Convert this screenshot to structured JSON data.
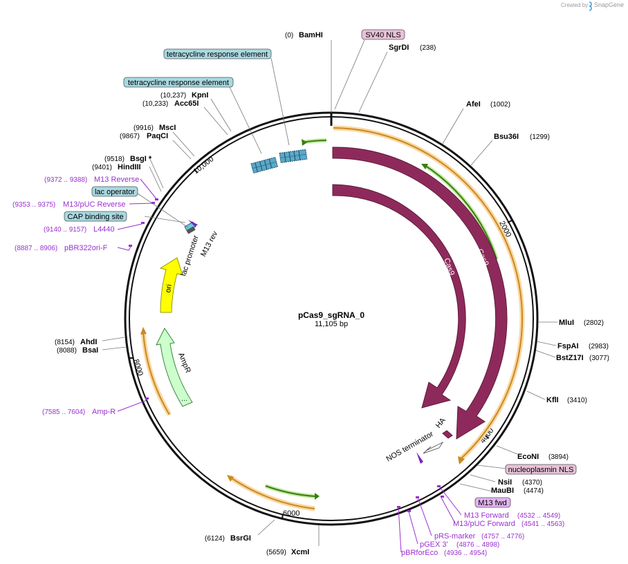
{
  "credit": {
    "prefix": "Created by",
    "brand": "SnapGene"
  },
  "plasmid": {
    "name": "pCas9_sgRNA_0",
    "length": "11,105 bp"
  },
  "ticks": [
    "10,000",
    "2000",
    "4000",
    "6000",
    "8000"
  ],
  "features": {
    "cas9_outer": "Cas9",
    "cas9_inner": "Cas9",
    "ori": "ori",
    "ampr": "AmpR",
    "lac_promoter": "lac promoter",
    "m13_rev": "M13 rev",
    "nos_terminator": "NOS terminator",
    "ha": "HA"
  },
  "boxed": {
    "tre1": "tetracycline response element",
    "tre2": "tetracycline response element",
    "sv40": "SV40 NLS",
    "lac_operator": "lac operator",
    "cap": "CAP binding site",
    "nucleoplasmin": "nucleoplasmin NLS",
    "m13fwd": "M13 fwd"
  },
  "sites": [
    {
      "name": "BamHI",
      "pos": "(0)"
    },
    {
      "name": "SgrDI",
      "pos": "(238)"
    },
    {
      "name": "AfeI",
      "pos": "(1002)"
    },
    {
      "name": "Bsu36I",
      "pos": "(1299)"
    },
    {
      "name": "MluI",
      "pos": "(2802)"
    },
    {
      "name": "FspAI",
      "pos": "(2983)"
    },
    {
      "name": "BstZ17I",
      "pos": "(3077)"
    },
    {
      "name": "KflI",
      "pos": "(3410)"
    },
    {
      "name": "EcoNI",
      "pos": "(3894)"
    },
    {
      "name": "NsiI",
      "pos": "(4370)"
    },
    {
      "name": "MauBI",
      "pos": "(4474)"
    },
    {
      "name": "XcmI",
      "pos": "(5659)"
    },
    {
      "name": "BsrGI",
      "pos": "(6124)"
    },
    {
      "name": "BsaI",
      "pos": "(8088)"
    },
    {
      "name": "AhdI",
      "pos": "(8154)"
    },
    {
      "name": "HindIII",
      "pos": "(9401)"
    },
    {
      "name": "BsgI *",
      "pos": "(9518)"
    },
    {
      "name": "PaqCI",
      "pos": "(9867)"
    },
    {
      "name": "MscI",
      "pos": "(9916)"
    },
    {
      "name": "Acc65I",
      "pos": "(10,233)"
    },
    {
      "name": "KpnI",
      "pos": "(10,237)"
    }
  ],
  "primers": [
    {
      "name": "M13 Reverse",
      "pos": "(9372 .. 9388)"
    },
    {
      "name": "M13/pUC Reverse",
      "pos": "(9353 .. 9375)"
    },
    {
      "name": "L4440",
      "pos": "(9140 .. 9157)"
    },
    {
      "name": "pBR322ori-F",
      "pos": "(8887 .. 8906)"
    },
    {
      "name": "Amp-R",
      "pos": "(7585 .. 7604)"
    },
    {
      "name": "M13 Forward",
      "pos": "(4532 .. 4549)"
    },
    {
      "name": "M13/pUC Forward",
      "pos": "(4541 .. 4563)"
    },
    {
      "name": "pRS-marker",
      "pos": "(4757 .. 4776)"
    },
    {
      "name": "pGEX 3'",
      "pos": "(4876 .. 4898)"
    },
    {
      "name": "pBRforEco",
      "pos": "(4936 .. 4954)"
    }
  ]
}
